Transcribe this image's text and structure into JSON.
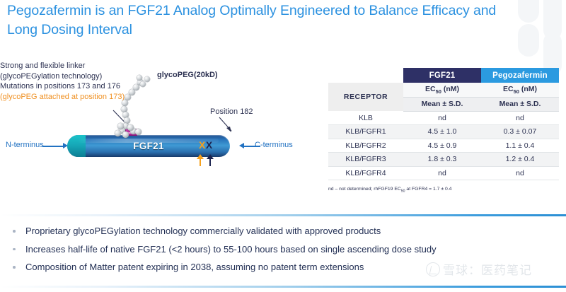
{
  "slide": {
    "title": "Pegozafermin is an FGF21 Analog Optimally Engineered to Balance Efficacy and Long Dosing Interval",
    "accent_color": "#2b91e0",
    "body_text_color": "#233055"
  },
  "diagram": {
    "protein_label": "FGF21",
    "mutation_residues": {
      "first": "X",
      "second": "X"
    },
    "labels": {
      "glycopeg": "glycoPEG(20kD)",
      "linker_line1": "Strong and flexible linker",
      "linker_line2": "(glycoPEGylation technology)",
      "position_182": "Position 182",
      "n_terminus": "N-terminus",
      "c_terminus": "C-terminus",
      "mutations_line1": "Mutations in positions 173 and 176",
      "mutations_line2": "(glycoPEG attached at position 173)"
    },
    "colors": {
      "capsule_blue": "#2a77bd",
      "capsule_cap_teal": "#16a8b8",
      "linker_magenta": "#c936a8",
      "mutation_orange": "#f5a11e",
      "mutation_navy": "#1d2550",
      "label_blue": "#2272c2"
    }
  },
  "table": {
    "row_header_label": "RECEPTOR",
    "brand_columns": [
      {
        "name": "FGF21",
        "color": "#2e3066"
      },
      {
        "name": "Pegozafermin",
        "color": "#2b9ae0"
      }
    ],
    "subheader_metric": "EC",
    "subheader_metric_sub": "50",
    "subheader_metric_unit": " (nM)",
    "subheader_stat": "Mean ± S.D.",
    "rows": [
      {
        "receptor": "KLB",
        "fgf21": "nd",
        "pegozafermin": "nd"
      },
      {
        "receptor": "KLB/FGFR1",
        "fgf21": "4.5 ± 1.0",
        "pegozafermin": "0.3 ± 0.07"
      },
      {
        "receptor": "KLB/FGFR2",
        "fgf21": "4.5 ± 0.9",
        "pegozafermin": "1.1 ± 0.4"
      },
      {
        "receptor": "KLB/FGFR3",
        "fgf21": "1.8 ± 0.3",
        "pegozafermin": "1.2 ± 0.4"
      },
      {
        "receptor": "KLB/FGFR4",
        "fgf21": "nd",
        "pegozafermin": "nd"
      }
    ],
    "footnote_part1": "nd – not determined; rhFGF19 EC",
    "footnote_sub": "50",
    "footnote_part2": " at FGFR4 = 1.7 ± 0.4"
  },
  "bullets": [
    "Proprietary glycoPEGylation technology commercially validated with approved products",
    "Increases half-life of native FGF21 (<2 hours) to 55-100 hours based on single ascending dose study",
    "Composition of Matter patent expiring in 2038, assuming no patent term extensions"
  ],
  "watermark": {
    "text": "雪球：医药笔记"
  }
}
